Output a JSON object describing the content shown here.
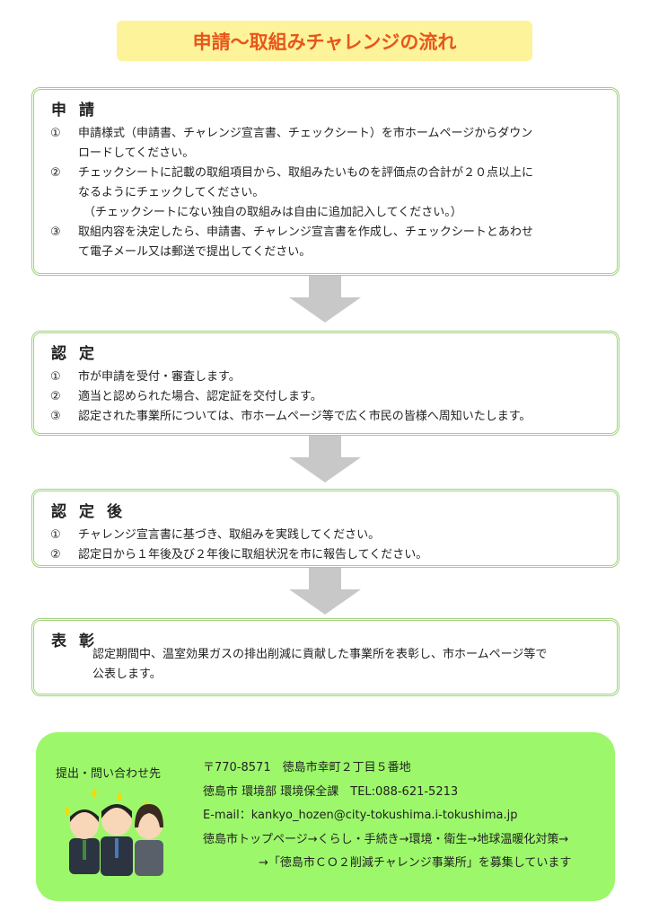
{
  "title": "申請～取組みチャレンジの流れ",
  "sections": [
    {
      "heading": "申請",
      "items": [
        {
          "num": "①",
          "lines": [
            "申請様式（申請書、チャレンジ宣言書、チェックシート）を市ホームページからダウン",
            "ロードしてください。"
          ]
        },
        {
          "num": "②",
          "lines": [
            "チェックシートに記載の取組項目から、取組みたいものを評価点の合計が２０点以上に",
            "なるようにチェックしてください。",
            "（チェックシートにない独自の取組みは自由に追加記入してください。）"
          ]
        },
        {
          "num": "③",
          "lines": [
            "取組内容を決定したら、申請書、チャレンジ宣言書を作成し、チェックシートとあわせ",
            "て電子メール又は郵送で提出してください。"
          ]
        }
      ]
    },
    {
      "heading": "認定",
      "items": [
        {
          "num": "①",
          "lines": [
            "市が申請を受付・審査します。"
          ]
        },
        {
          "num": "②",
          "lines": [
            "適当と認められた場合、認定証を交付します。"
          ]
        },
        {
          "num": "③",
          "lines": [
            "認定された事業所については、市ホームページ等で広く市民の皆様へ周知いたします。"
          ]
        }
      ]
    },
    {
      "heading": "認定後",
      "items": [
        {
          "num": "①",
          "lines": [
            "チャレンジ宣言書に基づき、取組みを実践してください。"
          ]
        },
        {
          "num": "②",
          "lines": [
            "認定日から１年後及び２年後に取組状況を市に報告してください。"
          ]
        }
      ]
    },
    {
      "heading": "表彰",
      "items": [
        {
          "num": "",
          "lines": [
            "認定期間中、温室効果ガスの排出削減に貢献した事業所を表彰し、市ホームページ等で",
            "公表します。"
          ]
        }
      ]
    }
  ],
  "contact": {
    "label": "提出・問い合わせ先",
    "lines": [
      "〒770-8571　徳島市幸町２丁目５番地",
      "徳島市 環境部 環境保全課　TEL:088-621-5213",
      "E-mail：kankyo_hozen@city-tokushima.i-tokushima.jp",
      "徳島市トップページ→くらし・手続き→環境・衛生→地球温暖化対策→",
      "→「徳島市ＣＯ２削減チャレンジ事業所」を募集しています"
    ]
  }
}
